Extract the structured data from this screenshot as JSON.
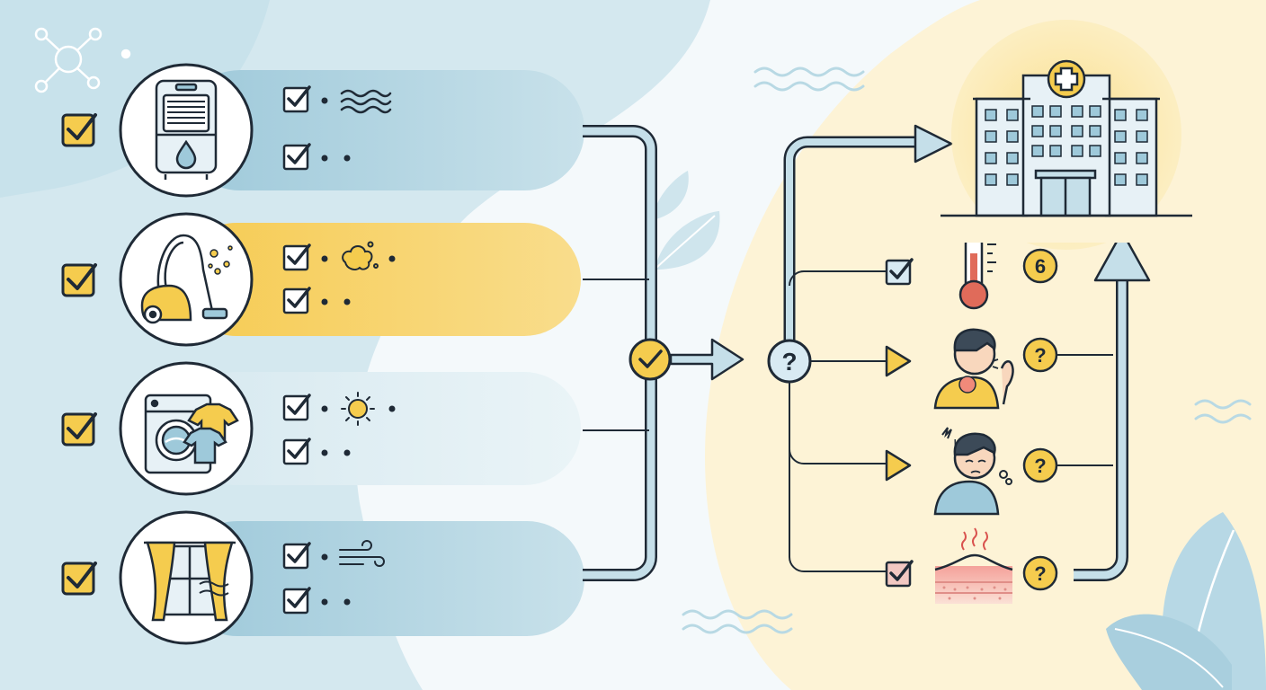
{
  "colors": {
    "outline": "#1f2a36",
    "panel_blue": "#9ec9da",
    "panel_yellow": "#f7cf5c",
    "pipe": "#c5dfe9",
    "bg_blue": "#d4e8ef",
    "bg_cream": "#fdf3d6",
    "check_yellow": "#f5cc4e",
    "check_blue": "#d8eaf3",
    "check_red": "#f2c8c2",
    "marker": "#f3d05a"
  },
  "prevention": {
    "steps": [
      {
        "name": "dehumidifier",
        "icon": "dehumidifier-icon",
        "panel": "blue",
        "accent_icon": "water-waves-icon"
      },
      {
        "name": "vacuum",
        "icon": "vacuum-cleaner-icon",
        "panel": "yellow",
        "accent_icon": "dust-icon"
      },
      {
        "name": "laundry",
        "icon": "washing-machine-icon",
        "panel": "light",
        "accent_icon": "sun-icon"
      },
      {
        "name": "ventilation",
        "icon": "open-window-icon",
        "panel": "blue",
        "accent_icon": "wind-icon"
      }
    ]
  },
  "symptoms": {
    "items": [
      {
        "name": "fever",
        "icon": "thermometer-icon",
        "badge": "6",
        "checkbox": "blue"
      },
      {
        "name": "sore-throat",
        "icon": "coughing-person-icon",
        "badge": "?",
        "checkbox": "none"
      },
      {
        "name": "headache",
        "icon": "headache-person-icon",
        "badge": "?",
        "checkbox": "none"
      },
      {
        "name": "skin-rash",
        "icon": "skin-irritation-icon",
        "badge": "?",
        "checkbox": "red"
      }
    ]
  },
  "decision_marker": "?",
  "destination": {
    "icon": "hospital-icon"
  }
}
